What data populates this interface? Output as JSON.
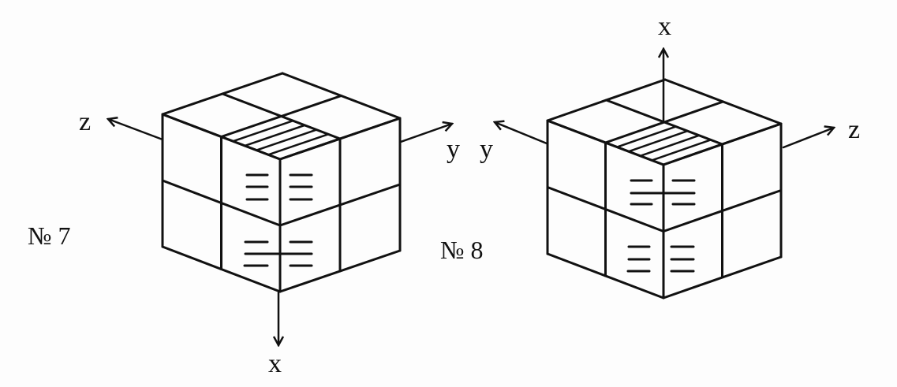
{
  "figures": [
    {
      "number_label": "№ 7",
      "axes": {
        "x": "x",
        "y": "y",
        "z": "z"
      }
    },
    {
      "number_label": "№ 8",
      "axes": {
        "x": "x",
        "y": "y",
        "z": "z"
      }
    }
  ],
  "colors": {
    "ink": "#111111",
    "background": "#fdfdfd"
  }
}
